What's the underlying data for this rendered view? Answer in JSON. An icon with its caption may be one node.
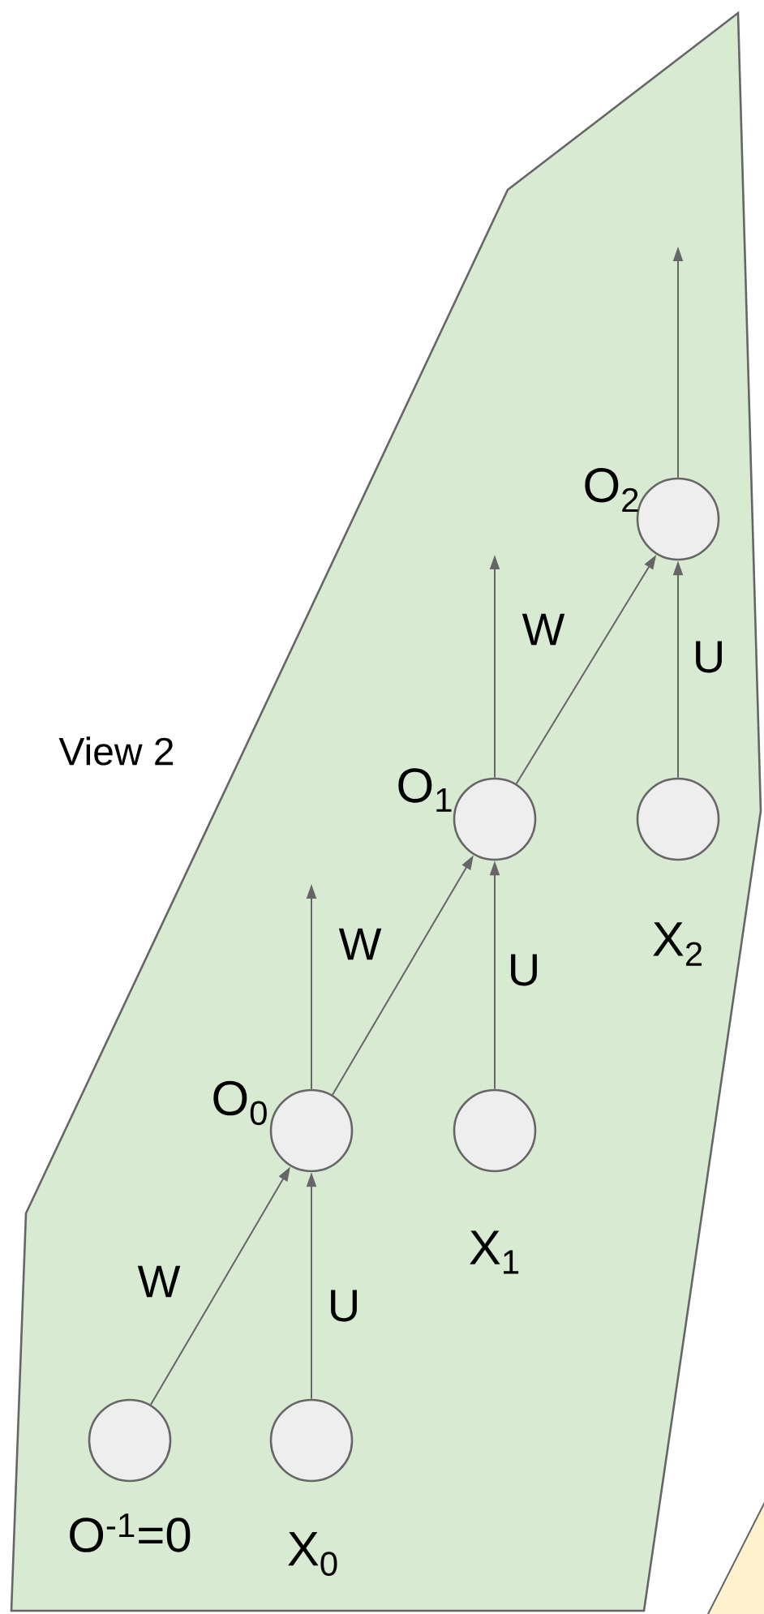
{
  "diagram": {
    "nodes": [
      {
        "text": [
          "View 2"
        ]
      },
      {
        "text": [],
        "shape": "circle",
        "in": 0,
        "beside": [
          "O$^{-1}$=0"
        ]
      },
      {
        "text": [],
        "shape": "circle",
        "in": 0,
        "beside": [
          "X$_{0}$"
        ]
      },
      {
        "text": [],
        "shape": "circle",
        "in": 0,
        "beside": [
          "O$_{0}$"
        ]
      },
      {
        "text": [],
        "shape": "circle",
        "in": 0,
        "beside": [
          "X$_{1}$"
        ]
      },
      {
        "text": [],
        "shape": "circle",
        "in": 0,
        "beside": [
          "O$_{1}$"
        ]
      },
      {
        "text": [],
        "shape": "circle",
        "in": 0,
        "beside": [
          "X$_{2}$"
        ]
      },
      {
        "text": [],
        "shape": "circle",
        "in": 0,
        "beside": [
          "O$_{2}$"
        ]
      }
    ],
    "edges": [
      {
        "from": 1,
        "to": 3,
        "arrow": "to",
        "label": "W"
      },
      {
        "from": 2,
        "to": 3,
        "arrow": "to",
        "label": "U"
      },
      {
        "from": 3,
        "to": 5,
        "arrow": "to",
        "label": "W"
      },
      {
        "from": 4,
        "to": 5,
        "arrow": "to",
        "label": "U"
      },
      {
        "from": 5,
        "to": 7,
        "arrow": "to",
        "label": "W"
      },
      {
        "from": 6,
        "to": 7,
        "arrow": "to",
        "label": "U"
      },
      {
        "from": 3,
        "to": null,
        "arrow": "to"
      },
      {
        "from": 5,
        "to": null,
        "arrow": "to"
      },
      {
        "from": 7,
        "to": null,
        "arrow": "to"
      }
    ]
  }
}
